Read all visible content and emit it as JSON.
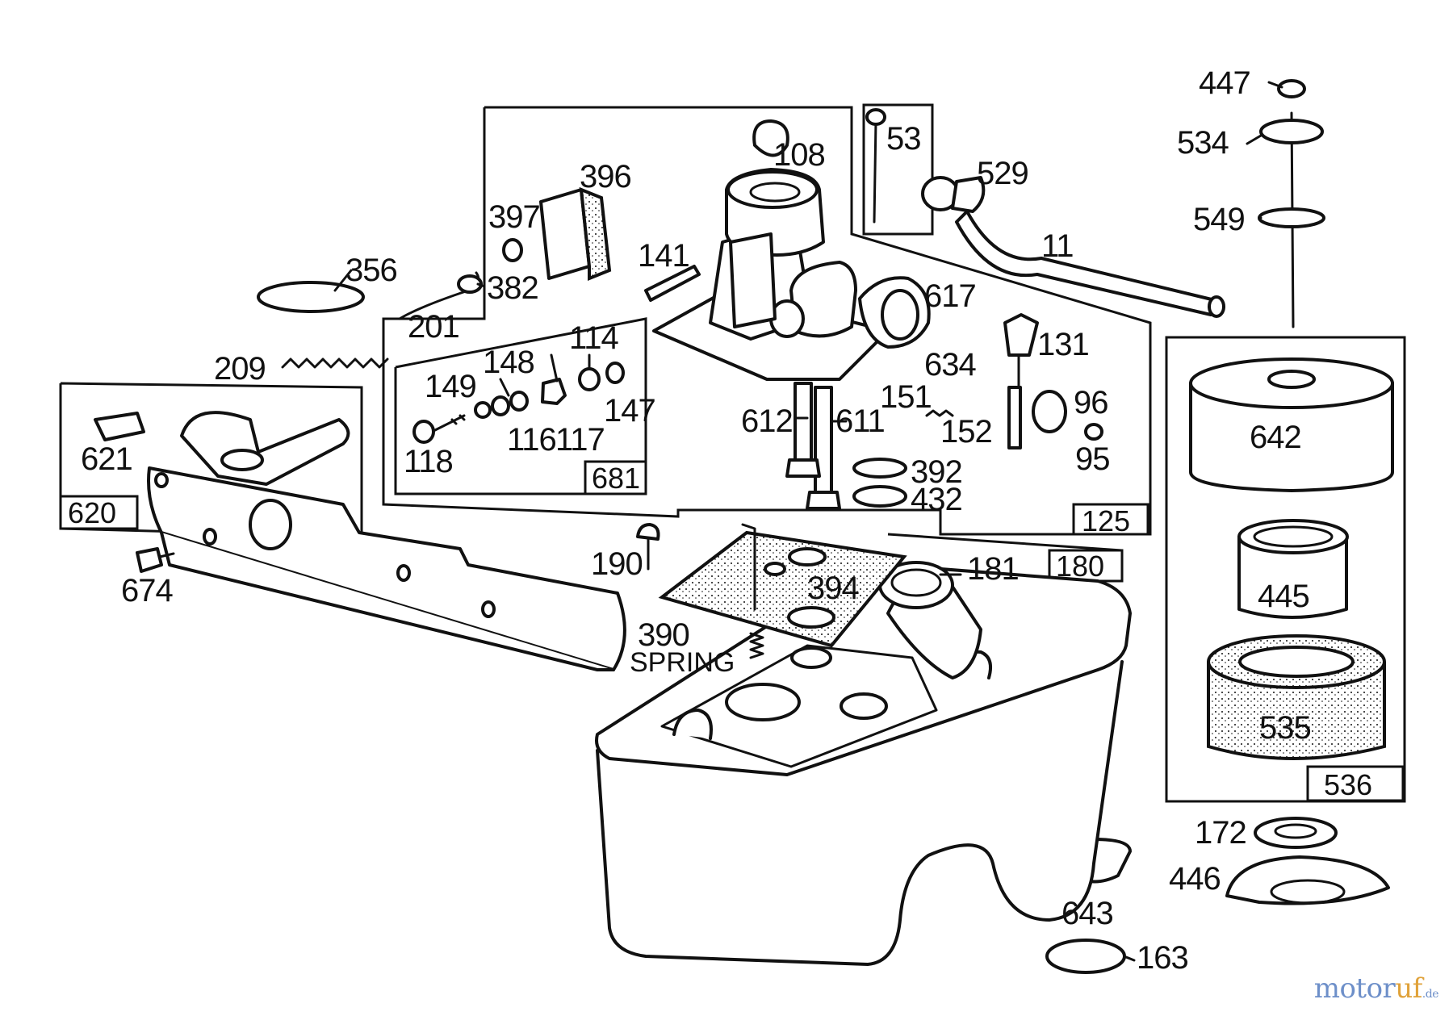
{
  "callouts": [
    "447",
    "534",
    "549",
    "53",
    "108",
    "396",
    "397",
    "529",
    "11",
    "356",
    "382",
    "141",
    "617",
    "201",
    "131",
    "634",
    "114",
    "148",
    "149",
    "147",
    "209",
    "151",
    "96",
    "612",
    "611",
    "152",
    "95",
    "116",
    "117",
    "118",
    "642",
    "392",
    "432",
    "621",
    "681",
    "125",
    "620",
    "190",
    "181",
    "180",
    "445",
    "674",
    "394",
    "390",
    "SPRING",
    "535",
    "536",
    "172",
    "446",
    "643",
    "163"
  ],
  "kit_boxes": [
    "681",
    "125",
    "620",
    "180",
    "536"
  ],
  "watermark": {
    "main": "motor",
    "accent": "uf",
    "tld": ".de",
    "colors": {
      "main": "#6d8fc9",
      "accent": "#e0a23a"
    }
  },
  "colors": {
    "ink": "#111111",
    "paper": "#ffffff"
  }
}
